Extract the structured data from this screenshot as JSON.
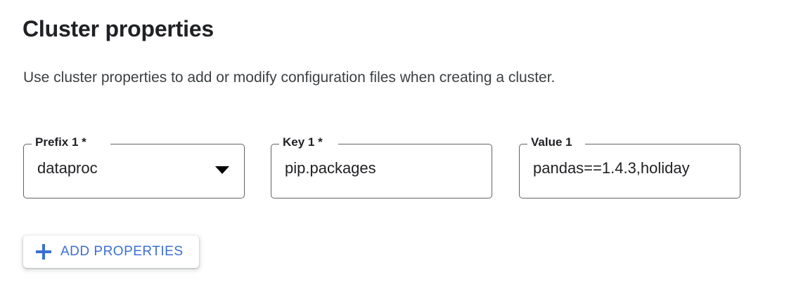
{
  "page": {
    "title": "Cluster properties",
    "subtitle": "Use cluster properties to add or modify configuration files when creating a cluster."
  },
  "colors": {
    "accent": "#3b6fd4",
    "text": "#202124",
    "subtext": "#3c4043",
    "field_border": "#5f6368",
    "background": "#ffffff"
  },
  "form": {
    "fields": [
      {
        "label": "Prefix 1 *",
        "value": "dataproc",
        "type": "select",
        "required": true,
        "icon": "chevron-down-icon",
        "name": "prefix-1"
      },
      {
        "label": "Key 1 *",
        "value": "pip.packages",
        "type": "text",
        "required": true,
        "name": "key-1"
      },
      {
        "label": "Value 1",
        "value": "pandas==1.4.3,holiday",
        "type": "text",
        "required": false,
        "name": "value-1"
      }
    ]
  },
  "actions": {
    "add_properties": {
      "label": "ADD PROPERTIES",
      "icon": "plus-icon"
    }
  }
}
